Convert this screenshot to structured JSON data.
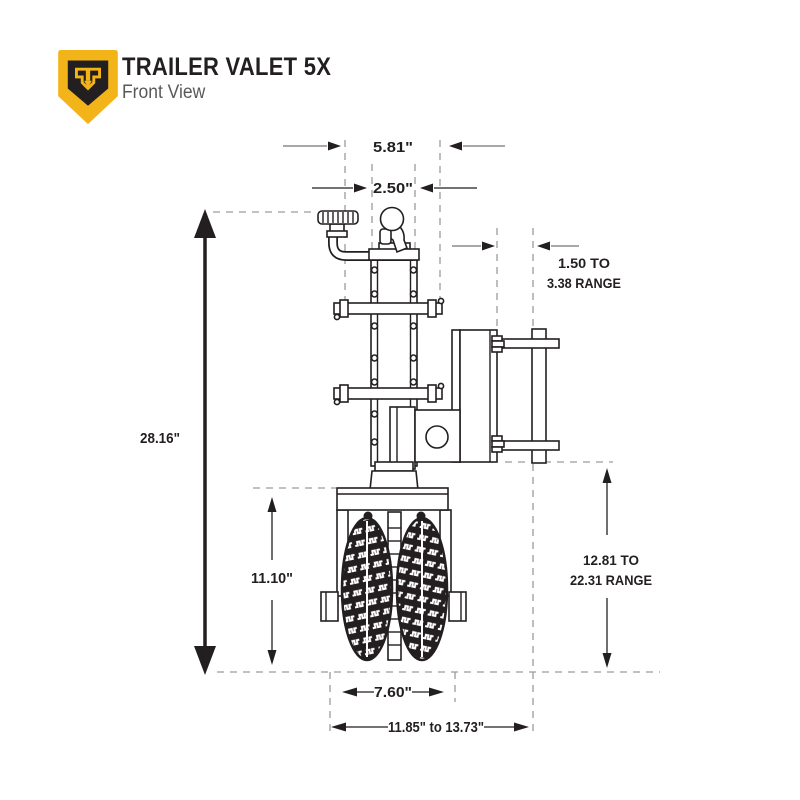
{
  "header": {
    "title": "TRAILER VALET 5X",
    "subtitle": "Front View",
    "logo_icon": "trailer-valet-shield-icon"
  },
  "colors": {
    "brand_yellow": "#F3B419",
    "ink": "#231F20",
    "subtitle_gray": "#58595B",
    "dim_gray": "#8C8C8C",
    "dash_gray": "#9C9C9C"
  },
  "dimensions": {
    "top_width": "5.81\"",
    "coupler_width": "2.50\"",
    "clamp_range": [
      "1.50 TO",
      "3.38 RANGE"
    ],
    "overall_height": "28.16\"",
    "wheel_height": "11.10\"",
    "lift_range": [
      "12.81 TO",
      "22.31 RANGE"
    ],
    "track_width": "7.60\"",
    "overall_width": "11.85\" to 13.73\""
  }
}
